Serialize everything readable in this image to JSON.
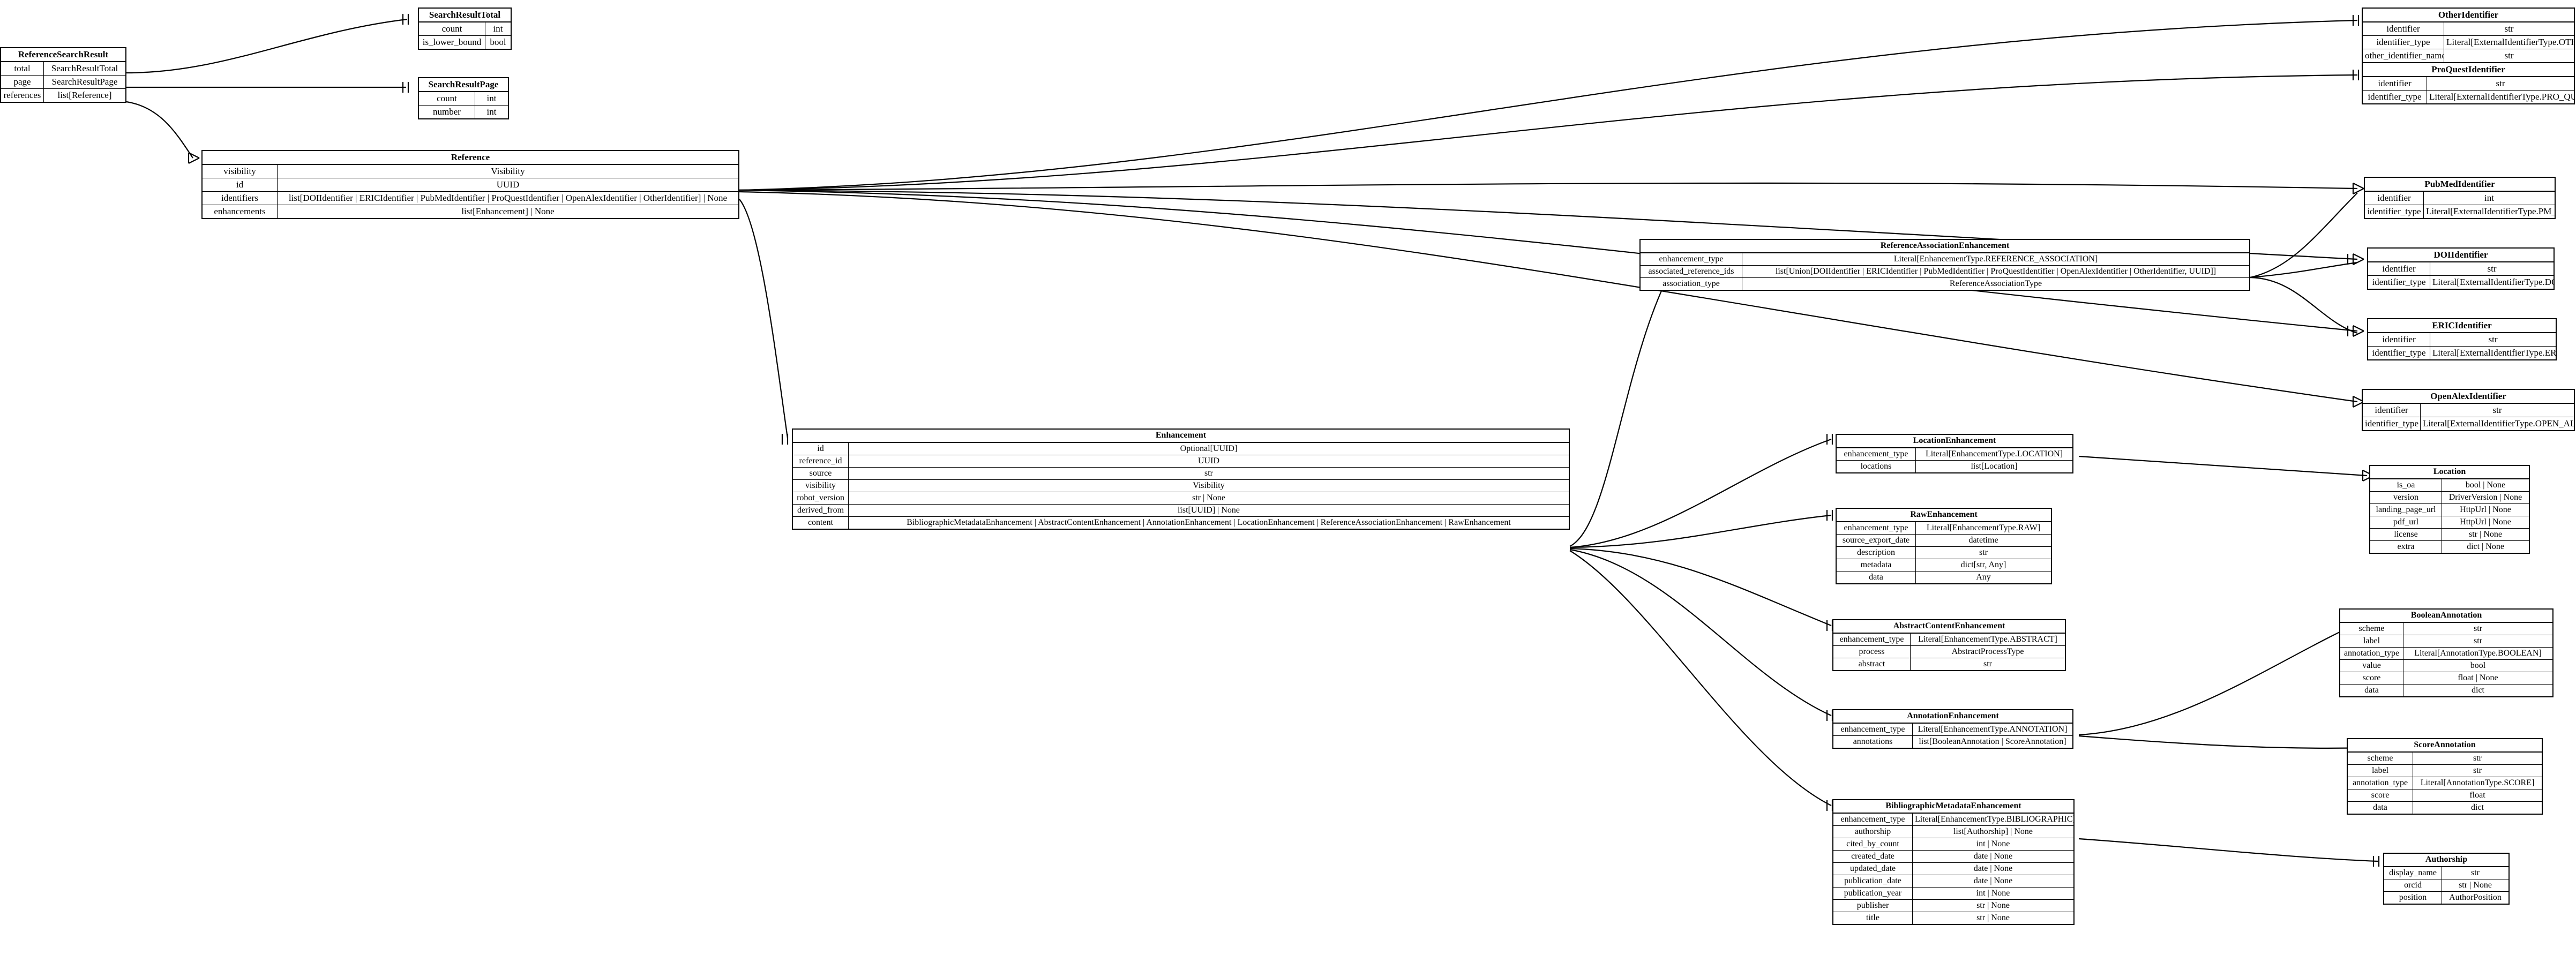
{
  "diagram": {
    "type": "entity-relationship-class-diagram",
    "background": "#ffffff",
    "line_color": "#000000"
  },
  "entities": {
    "reference_search_result": {
      "title": "ReferenceSearchResult",
      "rows": [
        {
          "name": "total",
          "type": "SearchResultTotal"
        },
        {
          "name": "page",
          "type": "SearchResultPage"
        },
        {
          "name": "references",
          "type": "list[Reference]"
        }
      ]
    },
    "search_result_total": {
      "title": "SearchResultTotal",
      "rows": [
        {
          "name": "count",
          "type": "int"
        },
        {
          "name": "is_lower_bound",
          "type": "bool"
        }
      ]
    },
    "search_result_page": {
      "title": "SearchResultPage",
      "rows": [
        {
          "name": "count",
          "type": "int"
        },
        {
          "name": "number",
          "type": "int"
        }
      ]
    },
    "reference": {
      "title": "Reference",
      "rows": [
        {
          "name": "visibility",
          "type": "Visibility"
        },
        {
          "name": "id",
          "type": "UUID"
        },
        {
          "name": "identifiers",
          "type": "list[DOIIdentifier | ERICIdentifier | PubMedIdentifier | ProQuestIdentifier | OpenAlexIdentifier | OtherIdentifier] | None"
        },
        {
          "name": "enhancements",
          "type": "list[Enhancement] | None"
        }
      ]
    },
    "other_identifier": {
      "title": "OtherIdentifier",
      "rows": [
        {
          "name": "identifier",
          "type": "str"
        },
        {
          "name": "identifier_type",
          "type": "Literal[ExternalIdentifierType.OTHER]"
        },
        {
          "name": "other_identifier_name",
          "type": "str"
        }
      ]
    },
    "proquest_identifier": {
      "title": "ProQuestIdentifier",
      "rows": [
        {
          "name": "identifier",
          "type": "str"
        },
        {
          "name": "identifier_type",
          "type": "Literal[ExternalIdentifierType.PRO_QUEST]"
        }
      ]
    },
    "pubmed_identifier": {
      "title": "PubMedIdentifier",
      "rows": [
        {
          "name": "identifier",
          "type": "int"
        },
        {
          "name": "identifier_type",
          "type": "Literal[ExternalIdentifierType.PM_ID]"
        }
      ]
    },
    "doi_identifier": {
      "title": "DOIIdentifier",
      "rows": [
        {
          "name": "identifier",
          "type": "str"
        },
        {
          "name": "identifier_type",
          "type": "Literal[ExternalIdentifierType.DOI]"
        }
      ]
    },
    "eric_identifier": {
      "title": "ERICIdentifier",
      "rows": [
        {
          "name": "identifier",
          "type": "str"
        },
        {
          "name": "identifier_type",
          "type": "Literal[ExternalIdentifierType.ERIC]"
        }
      ]
    },
    "openalex_identifier": {
      "title": "OpenAlexIdentifier",
      "rows": [
        {
          "name": "identifier",
          "type": "str"
        },
        {
          "name": "identifier_type",
          "type": "Literal[ExternalIdentifierType.OPEN_ALEX]"
        }
      ]
    },
    "reference_association_enhancement": {
      "title": "ReferenceAssociationEnhancement",
      "rows": [
        {
          "name": "enhancement_type",
          "type": "Literal[EnhancementType.REFERENCE_ASSOCIATION]"
        },
        {
          "name": "associated_reference_ids",
          "type": "list[Union[DOIIdentifier | ERICIdentifier | PubMedIdentifier | ProQuestIdentifier | OpenAlexIdentifier | OtherIdentifier, UUID]]"
        },
        {
          "name": "association_type",
          "type": "ReferenceAssociationType"
        }
      ]
    },
    "enhancement": {
      "title": "Enhancement",
      "rows": [
        {
          "name": "id",
          "type": "Optional[UUID]"
        },
        {
          "name": "reference_id",
          "type": "UUID"
        },
        {
          "name": "source",
          "type": "str"
        },
        {
          "name": "visibility",
          "type": "Visibility"
        },
        {
          "name": "robot_version",
          "type": "str | None"
        },
        {
          "name": "derived_from",
          "type": "list[UUID] | None"
        },
        {
          "name": "content",
          "type": "BibliographicMetadataEnhancement | AbstractContentEnhancement | AnnotationEnhancement | LocationEnhancement | ReferenceAssociationEnhancement | RawEnhancement"
        }
      ]
    },
    "location_enhancement": {
      "title": "LocationEnhancement",
      "rows": [
        {
          "name": "enhancement_type",
          "type": "Literal[EnhancementType.LOCATION]"
        },
        {
          "name": "locations",
          "type": "list[Location]"
        }
      ]
    },
    "raw_enhancement": {
      "title": "RawEnhancement",
      "rows": [
        {
          "name": "enhancement_type",
          "type": "Literal[EnhancementType.RAW]"
        },
        {
          "name": "source_export_date",
          "type": "datetime"
        },
        {
          "name": "description",
          "type": "str"
        },
        {
          "name": "metadata",
          "type": "dict[str, Any]"
        },
        {
          "name": "data",
          "type": "Any"
        }
      ]
    },
    "abstract_content_enhancement": {
      "title": "AbstractContentEnhancement",
      "rows": [
        {
          "name": "enhancement_type",
          "type": "Literal[EnhancementType.ABSTRACT]"
        },
        {
          "name": "process",
          "type": "AbstractProcessType"
        },
        {
          "name": "abstract",
          "type": "str"
        }
      ]
    },
    "annotation_enhancement": {
      "title": "AnnotationEnhancement",
      "rows": [
        {
          "name": "enhancement_type",
          "type": "Literal[EnhancementType.ANNOTATION]"
        },
        {
          "name": "annotations",
          "type": "list[BooleanAnnotation | ScoreAnnotation]"
        }
      ]
    },
    "bibliographic_metadata_enhancement": {
      "title": "BibliographicMetadataEnhancement",
      "rows": [
        {
          "name": "enhancement_type",
          "type": "Literal[EnhancementType.BIBLIOGRAPHIC]"
        },
        {
          "name": "authorship",
          "type": "list[Authorship] | None"
        },
        {
          "name": "cited_by_count",
          "type": "int | None"
        },
        {
          "name": "created_date",
          "type": "date | None"
        },
        {
          "name": "updated_date",
          "type": "date | None"
        },
        {
          "name": "publication_date",
          "type": "date | None"
        },
        {
          "name": "publication_year",
          "type": "int | None"
        },
        {
          "name": "publisher",
          "type": "str | None"
        },
        {
          "name": "title",
          "type": "str | None"
        }
      ]
    },
    "location": {
      "title": "Location",
      "rows": [
        {
          "name": "is_oa",
          "type": "bool | None"
        },
        {
          "name": "version",
          "type": "DriverVersion | None"
        },
        {
          "name": "landing_page_url",
          "type": "HttpUrl | None"
        },
        {
          "name": "pdf_url",
          "type": "HttpUrl | None"
        },
        {
          "name": "license",
          "type": "str | None"
        },
        {
          "name": "extra",
          "type": "dict | None"
        }
      ]
    },
    "boolean_annotation": {
      "title": "BooleanAnnotation",
      "rows": [
        {
          "name": "scheme",
          "type": "str"
        },
        {
          "name": "label",
          "type": "str"
        },
        {
          "name": "annotation_type",
          "type": "Literal[AnnotationType.BOOLEAN]"
        },
        {
          "name": "value",
          "type": "bool"
        },
        {
          "name": "score",
          "type": "float | None"
        },
        {
          "name": "data",
          "type": "dict"
        }
      ]
    },
    "score_annotation": {
      "title": "ScoreAnnotation",
      "rows": [
        {
          "name": "scheme",
          "type": "str"
        },
        {
          "name": "label",
          "type": "str"
        },
        {
          "name": "annotation_type",
          "type": "Literal[AnnotationType.SCORE]"
        },
        {
          "name": "score",
          "type": "float"
        },
        {
          "name": "data",
          "type": "dict"
        }
      ]
    },
    "authorship": {
      "title": "Authorship",
      "rows": [
        {
          "name": "display_name",
          "type": "str"
        },
        {
          "name": "orcid",
          "type": "str | None"
        },
        {
          "name": "position",
          "type": "AuthorPosition"
        }
      ]
    }
  }
}
